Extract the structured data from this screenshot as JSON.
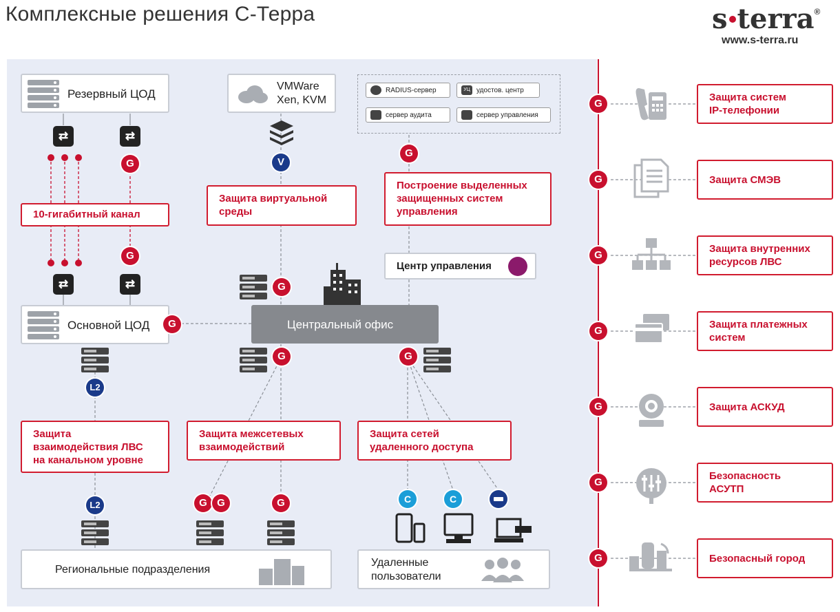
{
  "header": {
    "title": "Комплексные решения С-Терра",
    "logo_text": "s terra",
    "logo_mark": "®",
    "site": "www.s-terra.ru"
  },
  "colors": {
    "accent": "#c8102e",
    "panel": "#e8ecf6",
    "navy": "#1a3a8a",
    "cyan": "#1b9ed8"
  },
  "left": {
    "reserve_dc": "Резервный ЦОД",
    "main_dc": "Основной ЦОД",
    "channel_label": "10-гигабитный канал",
    "l2_protection": [
      "Защита",
      "взаимодействия ЛВС",
      "на канальном уровне"
    ],
    "regional": "Региональные подразделения"
  },
  "center": {
    "vmware": [
      "VMWare",
      "Xen, KVM"
    ],
    "virtual_protection": [
      "Защита виртуальной",
      "среды"
    ],
    "central_office": "Центральный офис",
    "firewall_protection": [
      "Защита межсетевых",
      "взаимодействий"
    ]
  },
  "mgmt": {
    "chips": [
      "RADIUS-сервер",
      "удостов. центр",
      "сервер аудита",
      "сервер управления"
    ],
    "ca_badge": "УЦ",
    "dedicated": [
      "Построение выделенных",
      "защищенных систем",
      "управления"
    ],
    "control_center": "Центр управления"
  },
  "remote": {
    "protection": [
      "Защита сетей",
      "удаленного доступа"
    ],
    "users": [
      "Удаленные",
      "пользователи"
    ]
  },
  "badges": {
    "g": "G",
    "v": "V",
    "l2": "L2",
    "c": "C"
  },
  "right": [
    {
      "icon": "ip-phone-icon",
      "label": [
        "Защита систем",
        "IP-телефонии"
      ]
    },
    {
      "icon": "documents-icon",
      "label": [
        "Защита СМЭВ"
      ]
    },
    {
      "icon": "network-tree-icon",
      "label": [
        "Защита внутренних",
        "ресурсов ЛВС"
      ]
    },
    {
      "icon": "payment-cards-icon",
      "label": [
        "Защита платежных",
        "систем"
      ]
    },
    {
      "icon": "camera-icon",
      "label": [
        "Защита АСКУД"
      ]
    },
    {
      "icon": "control-panel-icon",
      "label": [
        "Безопасность",
        "АСУТП"
      ]
    },
    {
      "icon": "city-icon",
      "label": [
        "Безопасный город"
      ]
    }
  ]
}
